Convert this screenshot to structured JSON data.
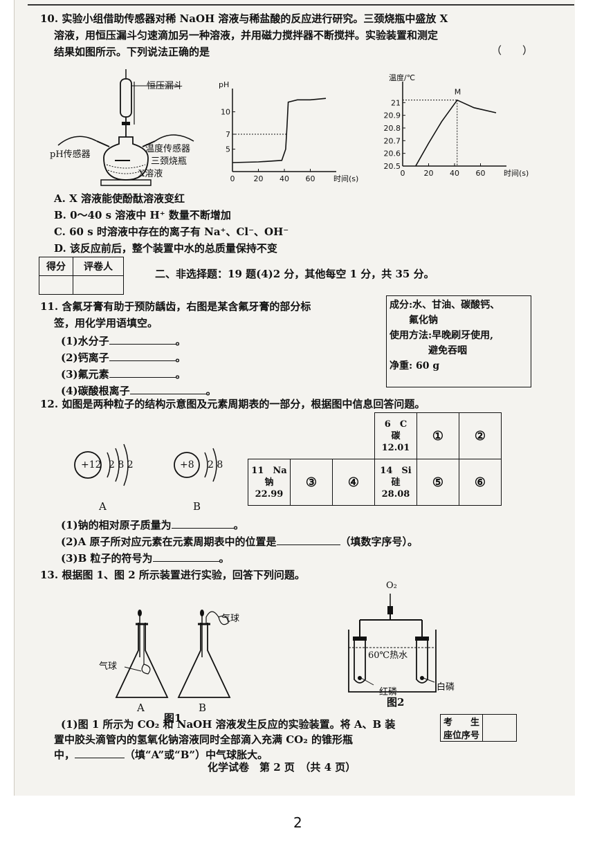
{
  "q10": {
    "line1": "10. 实验小组借助传感器对稀 NaOH 溶液与稀盐酸的反应进行研究。三颈烧瓶中盛放 X",
    "line2": "溶液，用恒压漏斗匀速滴加另一种溶液，并用磁力搅拌器不断搅拌。实验装置和测定",
    "line3": "结果如图所示。下列说法正确的是",
    "paren": "（　　）",
    "apparatus_labels": [
      "恒压漏斗",
      "pH传感器",
      "温度传感器",
      "三颈烧瓶",
      "X溶液"
    ],
    "options": [
      "A. X 溶液能使酚酞溶液变红",
      "B. 0～40 s 溶液中 H⁺ 数量不断增加",
      "C. 60 s 时溶液中存在的离子有 Na⁺、Cl⁻、OH⁻",
      "D. 该反应前后，整个装置中水的总质量保持不变"
    ]
  },
  "chart_data": [
    {
      "type": "line",
      "ylabel": "pH",
      "xlabel": "时间(s)",
      "x_ticks": [
        0,
        20,
        40,
        60
      ],
      "y_ticks": [
        5,
        7,
        10
      ],
      "xlim": [
        0,
        80
      ],
      "ylim": [
        2,
        12
      ],
      "points": [
        [
          0,
          3.2
        ],
        [
          20,
          3.3
        ],
        [
          38,
          3.5
        ],
        [
          41,
          5
        ],
        [
          42,
          8
        ],
        [
          43,
          11.3
        ],
        [
          50,
          11.6
        ],
        [
          60,
          11.6
        ],
        [
          72,
          11.8
        ]
      ],
      "annotation_points": [
        [
          42,
          7
        ]
      ]
    },
    {
      "type": "line",
      "ylabel": "温度/℃",
      "xlabel": "时间(s)",
      "x_ticks": [
        0,
        20,
        40,
        60
      ],
      "y_ticks": [
        20.5,
        20.6,
        20.7,
        20.8,
        20.9,
        21.0
      ],
      "xlim": [
        0,
        80
      ],
      "ylim": [
        20.5,
        21.1
      ],
      "marker": "M",
      "points": [
        [
          10,
          20.5
        ],
        [
          20,
          20.68
        ],
        [
          30,
          20.85
        ],
        [
          42,
          21.02
        ],
        [
          55,
          20.96
        ],
        [
          72,
          20.92
        ]
      ]
    }
  ],
  "section2": {
    "score_headers": [
      "得分",
      "评卷人"
    ],
    "title": "二、非选择题：19 题(4)2 分，其他每空 1 分，共 35 分。"
  },
  "q11": {
    "line1": "11. 含氟牙膏有助于预防龋齿，右图是某含氟牙膏的部分标",
    "line2": "签，用化学用语填空。",
    "items": [
      "(1)水分子",
      "(2)钙离子",
      "(3)氟元素",
      "(4)碳酸根离子"
    ],
    "label_lines": [
      "成分:水、甘油、碳酸钙、",
      "　　氟化钠",
      "使用方法:早晚刷牙使用,",
      "　　　　避免吞咽",
      "净重: 60 g"
    ]
  },
  "q12": {
    "line1": "12. 如图是两种粒子的结构示意图及元素周期表的一部分，根据图中信息回答问题。",
    "atomA": {
      "nucleus": "+12",
      "shells": "2 8 2",
      "name": "A"
    },
    "atomB": {
      "nucleus": "+8",
      "shells": "2 8",
      "name": "B"
    },
    "table": {
      "c_cell": [
        "6　C",
        "碳",
        "12.01"
      ],
      "na_cell": [
        "11　Na",
        "钠",
        "22.99"
      ],
      "si_cell": [
        "14　Si",
        "硅",
        "28.08"
      ],
      "marks": [
        "①",
        "②",
        "③",
        "④",
        "⑤",
        "⑥"
      ]
    },
    "items": [
      "(1)钠的相对原子质量为",
      "(2)A 原子所对应元素在元素周期表中的位置是",
      "（填数字序号）。",
      "(3)B 粒子的符号为"
    ]
  },
  "q13": {
    "line1": "13. 根据图 1、图 2 所示装置进行实验，回答下列问题。",
    "fig1_labels": [
      "气球",
      "气球",
      "A",
      "B"
    ],
    "fig1_caption": "图1",
    "fig2_labels": [
      "O₂",
      "60℃热水",
      "红磷",
      "白磷"
    ],
    "fig2_caption": "图2",
    "line2": "(1)图 1 所示为 CO₂ 和 NaOH 溶液发生反应的实验装置。将 A、B 装",
    "line3": "置中胶头滴管内的氢氧化钠溶液同时全部滴入充满 CO₂ 的锥形瓶",
    "line4a": "中，",
    "line4b": "（填“A”或“B”）中气球胀大。",
    "seat": [
      "考　　生",
      "座位序号"
    ]
  },
  "footer": {
    "text": "化学试卷　第 2 页　（共 4 页）",
    "page_number": "2"
  }
}
